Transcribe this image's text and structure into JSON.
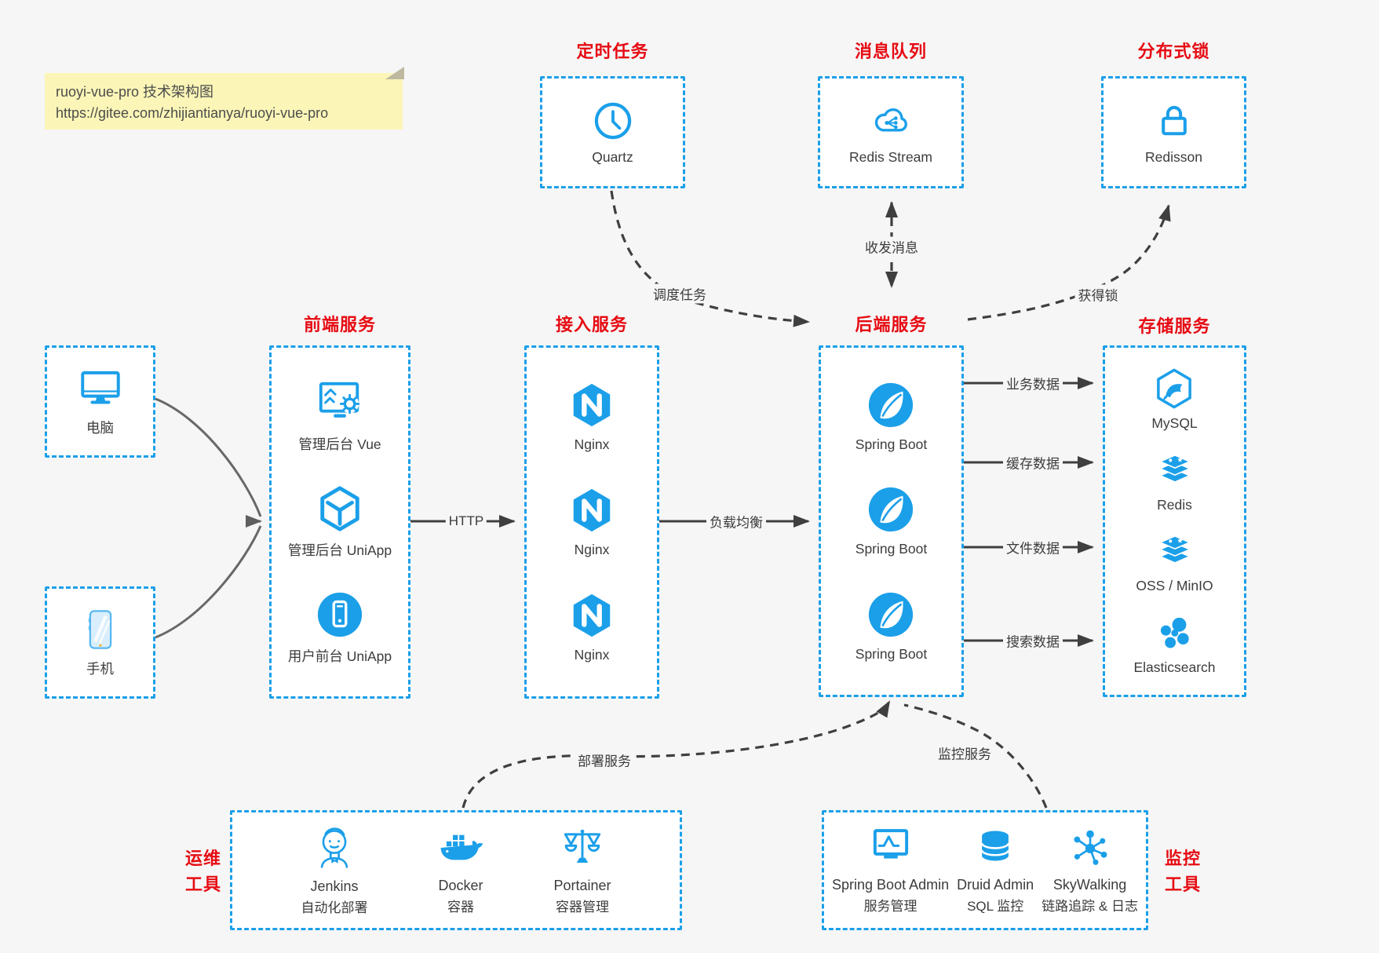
{
  "note": {
    "title": "ruoyi-vue-pro 技术架构图",
    "url": "https://gitee.com/zhijiantianya/ruoyi-vue-pro"
  },
  "colors": {
    "accent_blue": "#1b9fe9",
    "title_red": "#e60b13",
    "background": "#f6f6f6",
    "note_yellow": "#fbf6b7",
    "arrow_dark": "#3f3f3f"
  },
  "top_groups": {
    "scheduler": {
      "title": "定时任务",
      "item": {
        "icon": "clock-icon",
        "label": "Quartz"
      }
    },
    "message_queue": {
      "title": "消息队列",
      "item": {
        "icon": "cloud-stream-icon",
        "label": "Redis Stream"
      }
    },
    "distributed_lock": {
      "title": "分布式锁",
      "item": {
        "icon": "lock-icon",
        "label": "Redisson"
      }
    }
  },
  "clients": {
    "pc": {
      "icon": "desktop-icon",
      "label": "电脑"
    },
    "mobile": {
      "icon": "smartphone-icon",
      "label": "手机"
    }
  },
  "frontend": {
    "title": "前端服务",
    "items": [
      {
        "icon": "admin-vue-icon",
        "label": "管理后台 Vue"
      },
      {
        "icon": "uniapp-cube-icon",
        "label": "管理后台 UniApp"
      },
      {
        "icon": "user-app-icon",
        "label": "用户前台 UniApp"
      }
    ]
  },
  "gateway": {
    "title": "接入服务",
    "items": [
      {
        "icon": "nginx-icon",
        "label": "Nginx"
      },
      {
        "icon": "nginx-icon",
        "label": "Nginx"
      },
      {
        "icon": "nginx-icon",
        "label": "Nginx"
      }
    ]
  },
  "backend": {
    "title": "后端服务",
    "items": [
      {
        "icon": "spring-boot-icon",
        "label": "Spring Boot"
      },
      {
        "icon": "spring-boot-icon",
        "label": "Spring Boot"
      },
      {
        "icon": "spring-boot-icon",
        "label": "Spring Boot"
      }
    ]
  },
  "storage": {
    "title": "存储服务",
    "items": [
      {
        "icon": "mysql-icon",
        "label": "MySQL"
      },
      {
        "icon": "redis-icon",
        "label": "Redis"
      },
      {
        "icon": "oss-minio-icon",
        "label": "OSS / MinIO"
      },
      {
        "icon": "elasticsearch-icon",
        "label": "Elasticsearch"
      }
    ]
  },
  "ops": {
    "title_lines": [
      "运维",
      "工具"
    ],
    "items": [
      {
        "icon": "jenkins-icon",
        "name": "Jenkins",
        "desc": "自动化部署"
      },
      {
        "icon": "docker-icon",
        "name": "Docker",
        "desc": "容器"
      },
      {
        "icon": "portainer-icon",
        "name": "Portainer",
        "desc": "容器管理"
      }
    ]
  },
  "monitoring": {
    "title_lines": [
      "监控",
      "工具"
    ],
    "items": [
      {
        "icon": "sba-monitor-icon",
        "name": "Spring Boot Admin",
        "desc": "服务管理"
      },
      {
        "icon": "druid-db-icon",
        "name": "Druid Admin",
        "desc": "SQL 监控"
      },
      {
        "icon": "skywalking-icon",
        "name": "SkyWalking",
        "desc": "链路追踪 & 日志"
      }
    ]
  },
  "edges": {
    "http": "HTTP",
    "load_balance": "负载均衡",
    "business_data": "业务数据",
    "cache_data": "缓存数据",
    "file_data": "文件数据",
    "search_data": "搜索数据",
    "schedule_task": "调度任务",
    "send_receive_message": "收发消息",
    "acquire_lock": "获得锁",
    "deploy_service": "部署服务",
    "monitor_service": "监控服务"
  }
}
